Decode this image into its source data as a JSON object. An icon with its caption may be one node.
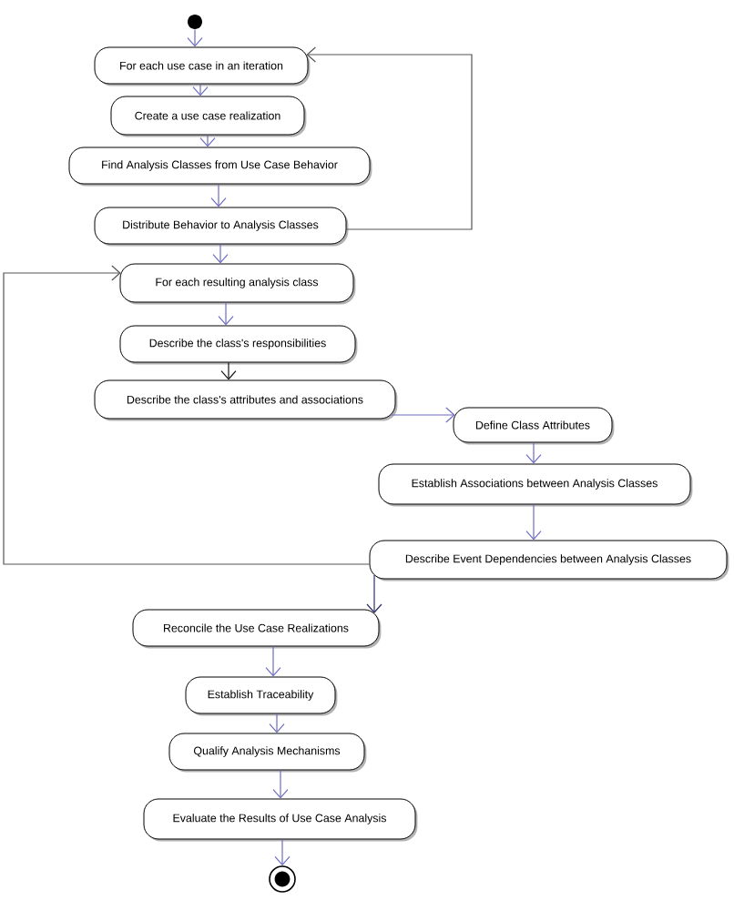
{
  "diagram": {
    "nodes": [
      {
        "text": [],
        "shape": "dot"
      },
      {
        "text": [
          "For each use case in an iteration"
        ]
      },
      {
        "text": [
          "Create a use case realization"
        ]
      },
      {
        "text": [
          "Find Analysis Classes from Use Case Behavior"
        ]
      },
      {
        "text": [
          "Distribute Behavior to Analysis Classes"
        ]
      },
      {
        "text": [
          "For each resulting analysis class"
        ]
      },
      {
        "text": [
          "Describe the class's responsibilities"
        ]
      },
      {
        "text": [
          "Describe the class's attributes and associations"
        ]
      },
      {
        "text": [
          "Define Class Attributes"
        ]
      },
      {
        "text": [
          "Establish Associations between Analysis Classes"
        ]
      },
      {
        "text": [
          "Describe Event Dependencies between Analysis Classes"
        ]
      },
      {
        "text": [
          "Reconcile the Use Case Realizations"
        ]
      },
      {
        "text": [
          "Establish Traceability"
        ]
      },
      {
        "text": [
          "Qualify Analysis Mechanisms"
        ]
      },
      {
        "text": [
          "Evaluate the Results of Use Case Analysis"
        ]
      },
      {
        "text": [],
        "shape": "bullseye"
      }
    ],
    "edges": [
      {
        "from": 0,
        "to": 1,
        "arrow": "to"
      },
      {
        "from": 1,
        "to": 2,
        "arrow": "to"
      },
      {
        "from": 2,
        "to": 3,
        "arrow": "to"
      },
      {
        "from": 3,
        "to": 4,
        "arrow": "to"
      },
      {
        "from": 4,
        "to": 1,
        "arrow": "to",
        "color": "#555555"
      },
      {
        "from": 4,
        "to": 5,
        "arrow": "to"
      },
      {
        "from": 5,
        "to": 6,
        "arrow": "to"
      },
      {
        "from": 6,
        "to": 7,
        "arrow": "to",
        "color": "#111111"
      },
      {
        "from": 7,
        "to": 8,
        "arrow": "to"
      },
      {
        "from": 8,
        "to": 9,
        "arrow": "to"
      },
      {
        "from": 9,
        "to": 10,
        "arrow": "to"
      },
      {
        "from": 10,
        "to": 5,
        "arrow": "to",
        "color": "#555555"
      },
      {
        "from": 10,
        "to": 11,
        "arrow": "to",
        "color": "#2e2e66"
      },
      {
        "from": 11,
        "to": 12,
        "arrow": "to"
      },
      {
        "from": 12,
        "to": 13,
        "arrow": "to"
      },
      {
        "from": 13,
        "to": 14,
        "arrow": "to"
      },
      {
        "from": 14,
        "to": 15,
        "arrow": "to"
      }
    ]
  }
}
